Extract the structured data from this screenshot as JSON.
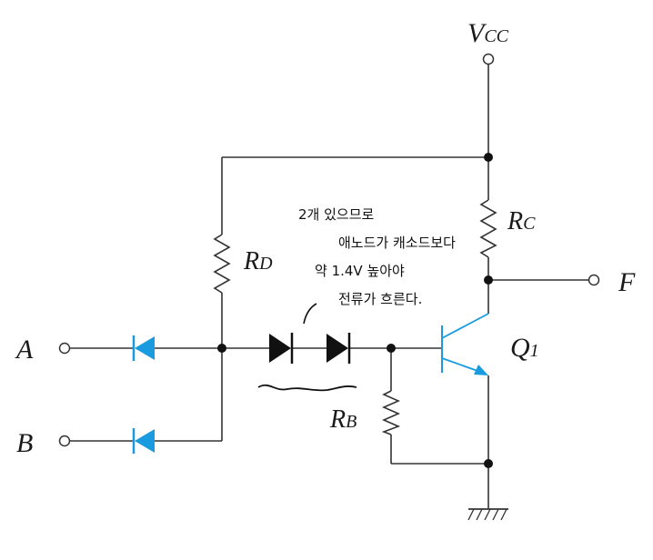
{
  "labels": {
    "vcc": {
      "main": "V",
      "sub": "CC"
    },
    "rc": {
      "main": "R",
      "sub": "C"
    },
    "rd": {
      "main": "R",
      "sub": "D"
    },
    "rb": {
      "main": "R",
      "sub": "B"
    },
    "q1": {
      "main": "Q",
      "sub": "1"
    },
    "f": "F",
    "a": "A",
    "b": "B"
  },
  "annotation": {
    "lines": [
      "2개 있으므로",
      "애노드가 캐소드보다",
      "약 1.4V 높아야",
      "전류가 흐른다."
    ]
  },
  "colors": {
    "wire": "#333333",
    "input_diode": "#1a9be0",
    "series_diode": "#111111",
    "transistor": "#1a9be0"
  },
  "icons": {
    "ground": "ground-icon",
    "terminal": "open-terminal-icon"
  }
}
